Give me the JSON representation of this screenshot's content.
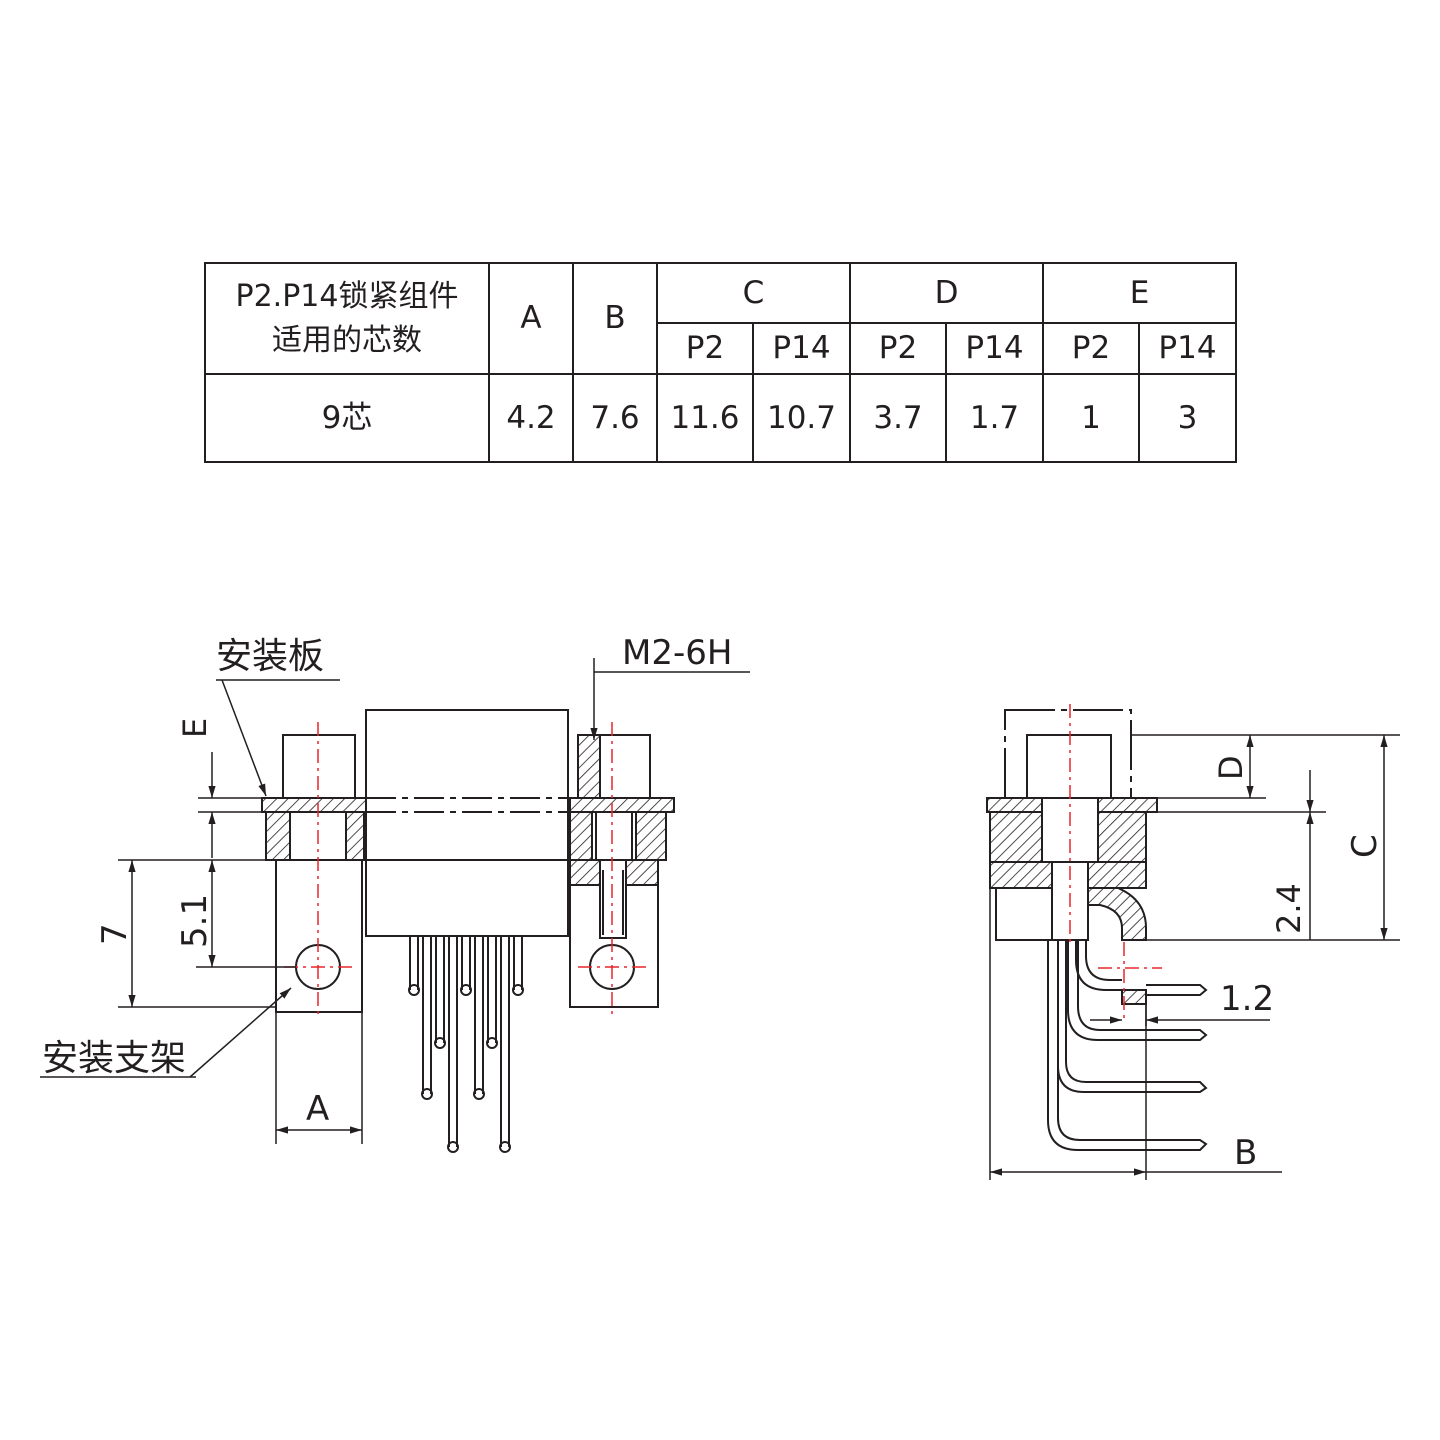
{
  "table": {
    "header_title_line1": "P2.P14锁紧组件",
    "header_title_line2": "适用的芯数",
    "col_a": "A",
    "col_b": "B",
    "col_c": "C",
    "col_d": "D",
    "col_e": "E",
    "sub": [
      "P2",
      "P14",
      "P2",
      "P14",
      "P2",
      "P14"
    ],
    "row": {
      "cores": "9芯",
      "a": "4.2",
      "b": "7.6",
      "c_p2": "11.6",
      "c_p14": "10.7",
      "d_p2": "3.7",
      "d_p14": "1.7",
      "e_p2": "1",
      "e_p14": "3"
    }
  },
  "drawing": {
    "label_mounting_plate": "安装板",
    "label_mounting_bracket": "安装支架",
    "label_thread": "M2-6H",
    "dim_e": "E",
    "dim_7": "7",
    "dim_5_1": "5.1",
    "dim_a": "A",
    "dim_d": "D",
    "dim_c": "C",
    "dim_2_4": "2.4",
    "dim_1_2": "1.2",
    "dim_b": "B"
  },
  "colors": {
    "line": "#231f20",
    "centerline": "#e8262a",
    "watermark": "#d9d9d9"
  }
}
